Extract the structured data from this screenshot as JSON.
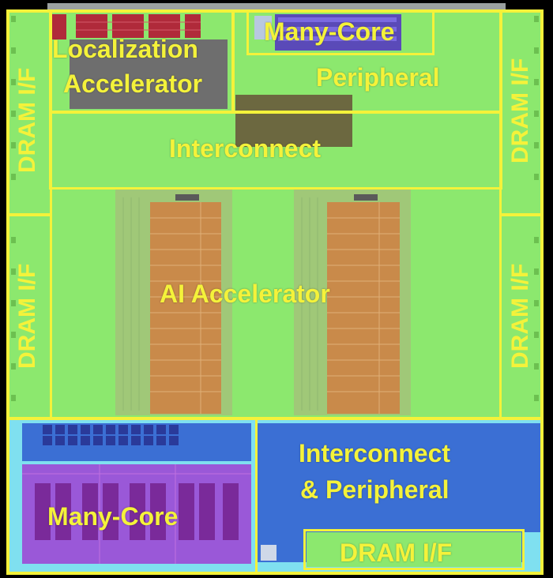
{
  "colors": {
    "die_green": "#8ce86e",
    "frame": "#f4f23a",
    "blue_block": "#3b6fd4",
    "purple_block": "#9a58d8",
    "orange_sram": "#c98a4a",
    "grey_block": "#6e6e6e",
    "olive_block": "#6c6840",
    "red_array": "#b02a3a",
    "dark_blue_array": "#2a3a9a",
    "cyan_trim": "#7fe0f0"
  },
  "blocks": {
    "localization_line1": "Localization",
    "localization_line2": "Accelerator",
    "many_core_top": "Many-Core",
    "peripheral": "Peripheral",
    "interconnect": "Interconnect",
    "ai_accelerator": "AI Accelerator",
    "dram_left_top": "DRAM I/F",
    "dram_left_bottom": "DRAM I/F",
    "dram_right_top": "DRAM I/F",
    "dram_right_bottom": "DRAM I/F",
    "many_core_bottom": "Many-Core",
    "interconnect_peripheral_line1": "Interconnect",
    "interconnect_peripheral_line2": "& Peripheral",
    "dram_bottom": "DRAM I/F"
  }
}
